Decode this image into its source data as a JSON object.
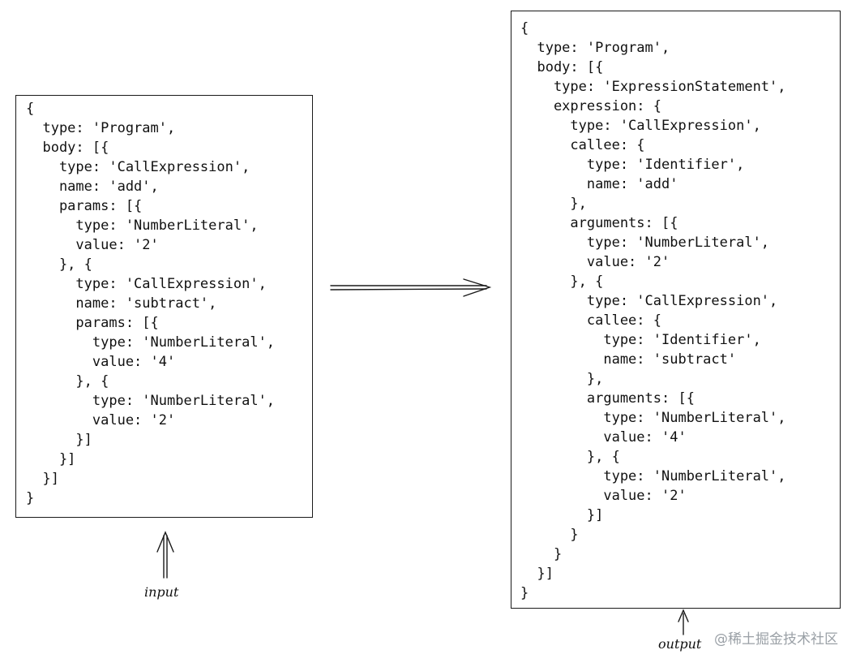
{
  "input_box": {
    "label": "input",
    "lines": [
      "{",
      "  type: 'Program',",
      "  body: [{",
      "    type: 'CallExpression',",
      "    name: 'add',",
      "    params: [{",
      "      type: 'NumberLiteral',",
      "      value: '2'",
      "    }, {",
      "      type: 'CallExpression',",
      "      name: 'subtract',",
      "      params: [{",
      "        type: 'NumberLiteral',",
      "        value: '4'",
      "      }, {",
      "        type: 'NumberLiteral',",
      "        value: '2'",
      "      }]",
      "    }]",
      "  }]",
      "}"
    ]
  },
  "output_box": {
    "label": "output",
    "lines": [
      "{",
      "  type: 'Program',",
      "  body: [{",
      "    type: 'ExpressionStatement',",
      "    expression: {",
      "      type: 'CallExpression',",
      "      callee: {",
      "        type: 'Identifier',",
      "        name: 'add'",
      "      },",
      "      arguments: [{",
      "        type: 'NumberLiteral',",
      "        value: '2'",
      "      }, {",
      "        type: 'CallExpression',",
      "        callee: {",
      "          type: 'Identifier',",
      "          name: 'subtract'",
      "        },",
      "        arguments: [{",
      "          type: 'NumberLiteral',",
      "          value: '4'",
      "        }, {",
      "          type: 'NumberLiteral',",
      "          value: '2'",
      "        }]",
      "      }",
      "    }",
      "  }]",
      "}"
    ]
  },
  "watermark": "@稀土掘金技术社区",
  "icons": [
    "arrow-right-icon",
    "arrow-up-icon"
  ]
}
